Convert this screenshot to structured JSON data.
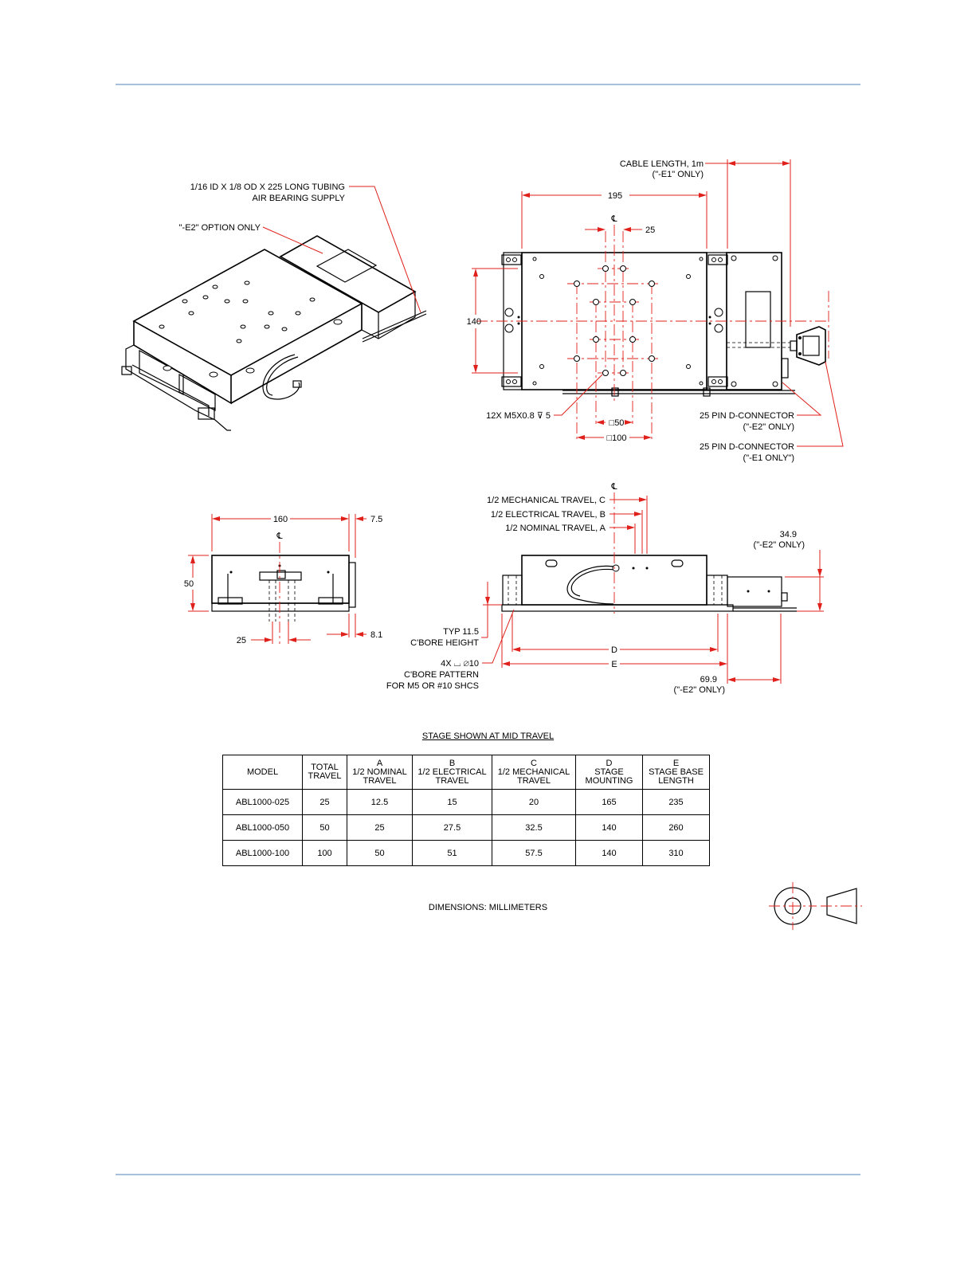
{
  "top_view_labels": {
    "cable_length": "CABLE LENGTH, 1m",
    "cable_length_note": "(\"-E1\" ONLY)",
    "width_195": "195",
    "cl_symbol": "℄",
    "dim_25": "25",
    "dim_140": "140",
    "tapped_holes": "12X M5X0.8 ⊽ 5",
    "square_50": "□50",
    "square_100": "□100",
    "dconn_e2": "25 PIN D-CONNECTOR",
    "dconn_e2_note": "(\"-E2\" ONLY)",
    "dconn_e1": "25 PIN D-CONNECTOR",
    "dconn_e1_note": "(\"-E1 ONLY\")"
  },
  "iso_view_labels": {
    "tubing_line1": "1/16 ID X 1/8 OD X 225 LONG TUBING",
    "tubing_line2": "AIR BEARING SUPPLY",
    "e2_option": "\"-E2\" OPTION ONLY"
  },
  "end_view_labels": {
    "dim_160": "160",
    "dim_7_5": "7.5",
    "dim_50": "50",
    "dim_25": "25",
    "dim_8_1": "8.1",
    "cl_symbol": "℄"
  },
  "side_view_labels": {
    "cl_symbol": "℄",
    "mech_travel": "1/2 MECHANICAL TRAVEL, C",
    "elec_travel": "1/2 ELECTRICAL TRAVEL, B",
    "nom_travel": "1/2 NOMINAL TRAVEL, A",
    "dim_34_9": "34.9",
    "dim_34_9_note": "(\"-E2\" ONLY)",
    "typ_11_5": "TYP 11.5",
    "cbore_height": "C'BORE HEIGHT",
    "cbore_pattern_1": "4X ⌴ ∅10",
    "cbore_pattern_2": "C'BORE PATTERN",
    "cbore_pattern_3": "FOR M5 OR #10 SHCS",
    "dim_d": "D",
    "dim_e": "E",
    "dim_69_9": "69.9",
    "dim_69_9_note": "(\"-E2\" ONLY)"
  },
  "table": {
    "title": "STAGE SHOWN AT MID TRAVEL",
    "headers": [
      "MODEL",
      "TOTAL\nTRAVEL",
      "A\n1/2 NOMINAL\nTRAVEL",
      "B\n1/2 ELECTRICAL\nTRAVEL",
      "C\n1/2 MECHANICAL\nTRAVEL",
      "D\nSTAGE\nMOUNTING",
      "E\nSTAGE BASE\nLENGTH"
    ],
    "rows": [
      [
        "ABL1000-025",
        "25",
        "12.5",
        "15",
        "20",
        "165",
        "235"
      ],
      [
        "ABL1000-050",
        "50",
        "25",
        "27.5",
        "32.5",
        "140",
        "260"
      ],
      [
        "ABL1000-100",
        "100",
        "50",
        "51",
        "57.5",
        "140",
        "310"
      ]
    ]
  },
  "footer_note": "DIMENSIONS:  MILLIMETERS",
  "colors": {
    "dimension": "#e0201a",
    "rule": "#a9c0dc"
  }
}
